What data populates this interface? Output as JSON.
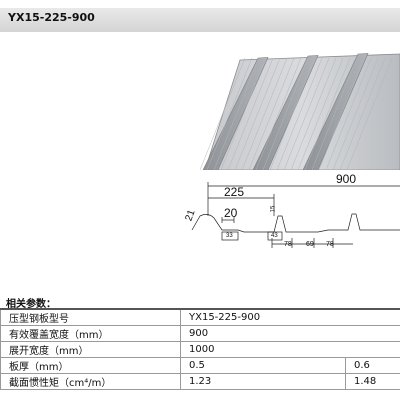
{
  "header": {
    "model_title": "YX15-225-900"
  },
  "drawing": {
    "dims": {
      "total_width": "900",
      "pitch": "225",
      "rib_height": "21",
      "top_flat": "20",
      "rib_height_right": "15",
      "bottom_left": "33",
      "bottom_mid": "43",
      "seg1": "78",
      "seg2": "69",
      "seg3": "78"
    }
  },
  "params": {
    "heading": "相关参数：",
    "rows": [
      {
        "label": "压型钢板型号",
        "value": "YX15-225-900",
        "value2": ""
      },
      {
        "label": "有效覆盖宽度（mm）",
        "value": "900",
        "value2": ""
      },
      {
        "label": "展开宽度（mm）",
        "value": "1000",
        "value2": ""
      },
      {
        "label": "板厚（mm）",
        "value": "0.5",
        "value2": "0.6"
      },
      {
        "label": "截面惯性矩（cm⁴/m）",
        "value": "1.23",
        "value2": "1.48"
      }
    ]
  }
}
